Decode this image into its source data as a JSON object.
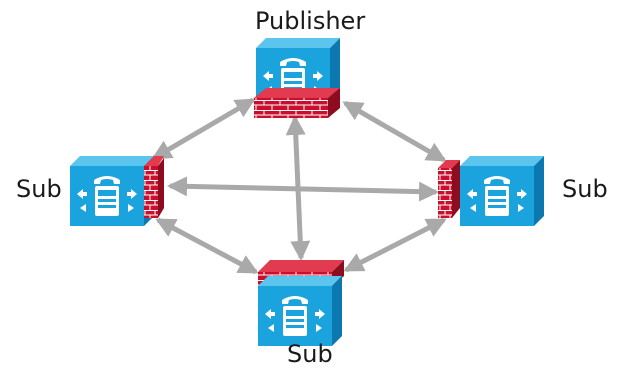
{
  "nodes": {
    "publisher": {
      "label": "Publisher",
      "icon": "call-manager-server-icon",
      "firewall": "firewall-icon"
    },
    "sub_left": {
      "label": "Sub",
      "icon": "call-manager-server-icon",
      "firewall": "firewall-icon"
    },
    "sub_right": {
      "label": "Sub",
      "icon": "call-manager-server-icon",
      "firewall": "firewall-icon"
    },
    "sub_bottom": {
      "label": "Sub",
      "icon": "call-manager-server-icon",
      "firewall": "firewall-icon"
    }
  },
  "links": [
    {
      "from": "publisher",
      "to": "sub_left",
      "style": "bidirectional-arrow"
    },
    {
      "from": "publisher",
      "to": "sub_right",
      "style": "bidirectional-arrow"
    },
    {
      "from": "publisher",
      "to": "sub_bottom",
      "style": "bidirectional-arrow"
    },
    {
      "from": "sub_left",
      "to": "sub_right",
      "style": "bidirectional-arrow"
    },
    {
      "from": "sub_left",
      "to": "sub_bottom",
      "style": "bidirectional-arrow"
    },
    {
      "from": "sub_right",
      "to": "sub_bottom",
      "style": "bidirectional-arrow"
    }
  ],
  "colors": {
    "server_front": "#1ba3dd",
    "server_top": "#5cc5ee",
    "server_side": "#0c78b0",
    "firewall_red": "#c8102e",
    "firewall_dark": "#8e0c20",
    "arrow": "#a9a9a9"
  }
}
